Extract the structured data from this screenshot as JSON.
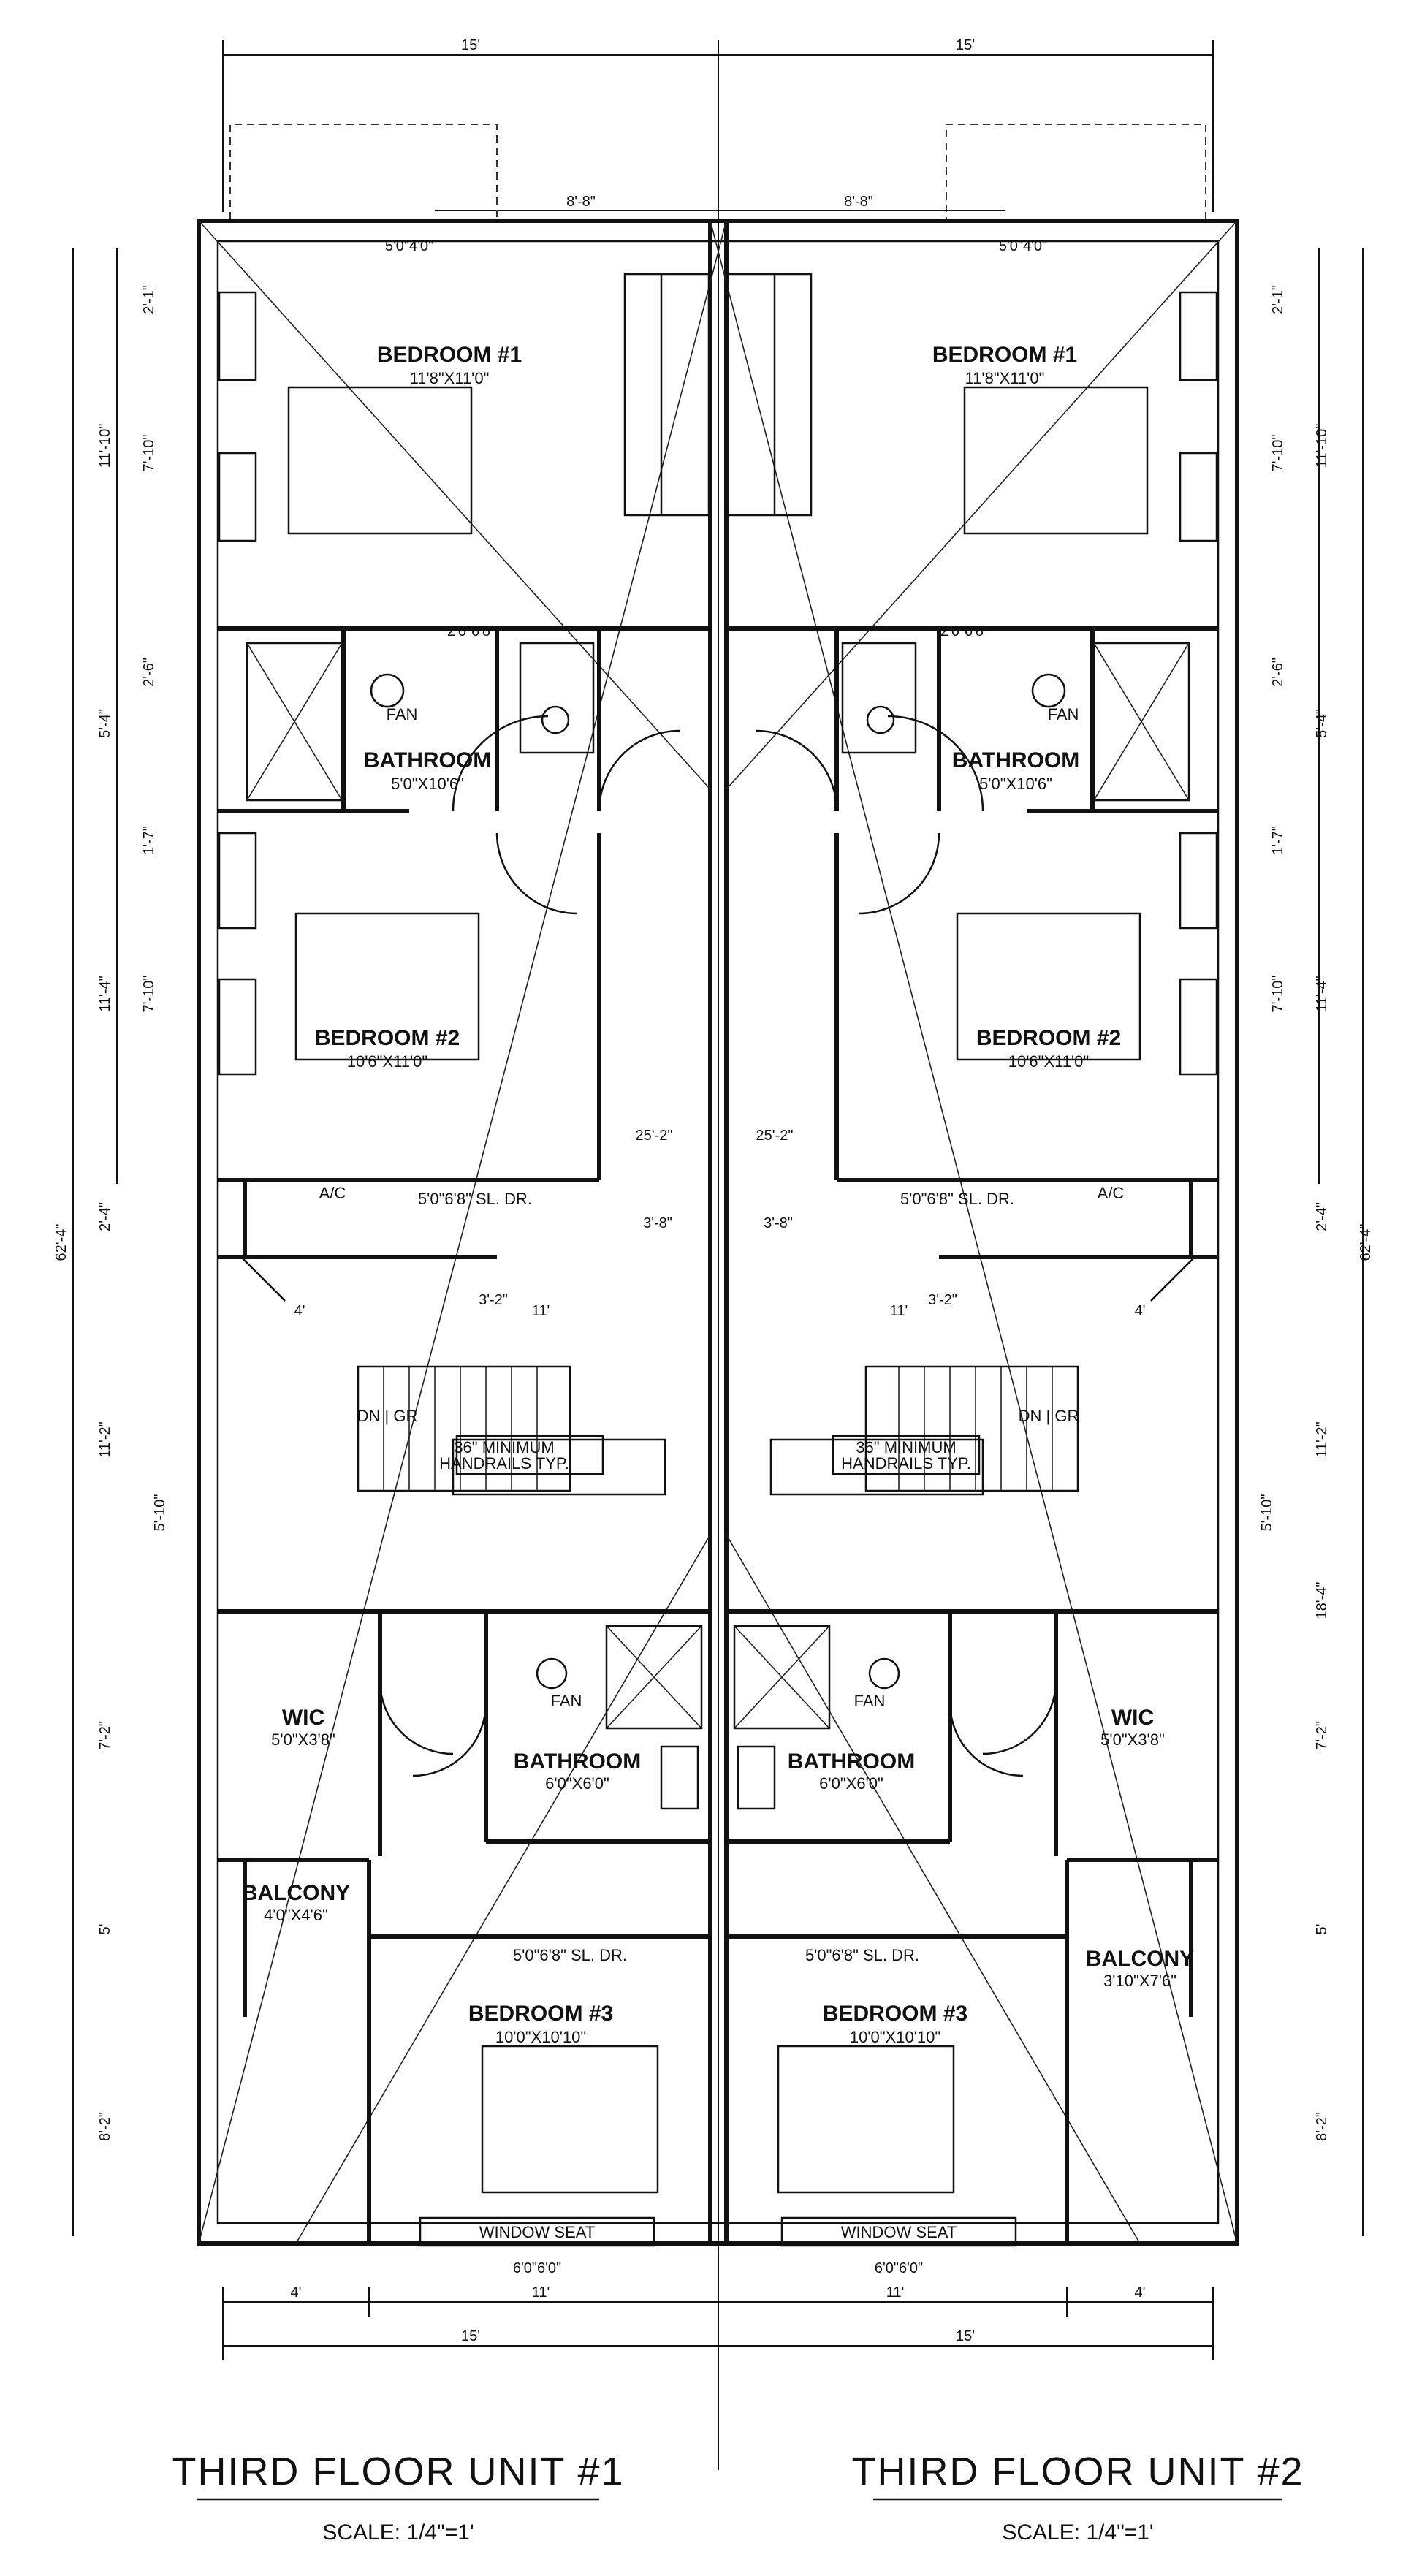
{
  "plan": {
    "top_dims": {
      "left_width": "15'",
      "right_width": "15'",
      "left_inner": "8'-8\"",
      "right_inner": "8'-8\""
    },
    "bottom_dims": {
      "left_a": "4'",
      "left_b": "11'",
      "right_a": "11'",
      "right_b": "4'",
      "left_total": "15'",
      "right_total": "15'"
    },
    "units": [
      {
        "title": "THIRD FLOOR UNIT #1",
        "scale": "SCALE: 1/4\"=1'",
        "bedroom1": {
          "name": "BEDROOM #1",
          "size": "11'8\"X11'0\""
        },
        "bedroom2": {
          "name": "BEDROOM #2",
          "size": "10'6\"X11'0\""
        },
        "bedroom3": {
          "name": "BEDROOM #3",
          "size": "10'0\"X10'10\""
        },
        "bath1": {
          "name": "BATHROOM",
          "size": "5'0\"X10'6\""
        },
        "bath2": {
          "name": "BATHROOM",
          "size": "6'0\"X6'0\""
        },
        "wic": {
          "name": "WIC",
          "size": "5'0\"X3'8\""
        },
        "balcony": {
          "name": "BALCONY",
          "size": "4'0\"X4'6\""
        },
        "ac": "A/C",
        "stair_note": [
          "36\" MINIMUM",
          "HANDRAILS TYP."
        ],
        "stair_dir": "DN | GR",
        "window_seat": "WINDOW SEAT",
        "fan": "FAN",
        "door_top": "5'0\"4'0\"",
        "door_bottom": "6'0\"6'0\"",
        "sl_dr_top": "5'0\"6'8\" SL. DR.",
        "sl_dr_mid": "5'0\"6'8\" SL. DR.",
        "sl_dr_bot": "5'0\"6'8\" SL. DR.",
        "door_small": "2'6\"6'8\"",
        "hall_len": "25'-2\"",
        "hall_w": "3'-8\"",
        "span_11": "11'",
        "span_4": "4'",
        "span_3_2": "3'-2\"",
        "side_dims": [
          "2'-1\"",
          "7'-10\"",
          "11'-10\"",
          "2'-6\"",
          "5'-4\"",
          "1'-7\"",
          "7'-10\"",
          "11'-4\"",
          "2'-4\"",
          "5'-10\"",
          "11'-2\"",
          "7'-2\"",
          "5'",
          "8'-2\"",
          "62'-4\""
        ]
      },
      {
        "title": "THIRD FLOOR UNIT #2",
        "scale": "SCALE: 1/4\"=1'",
        "bedroom1": {
          "name": "BEDROOM #1",
          "size": "11'8\"X11'0\""
        },
        "bedroom2": {
          "name": "BEDROOM #2",
          "size": "10'6\"X11'0\""
        },
        "bedroom3": {
          "name": "BEDROOM #3",
          "size": "10'0\"X10'10\""
        },
        "bath1": {
          "name": "BATHROOM",
          "size": "5'0\"X10'6\""
        },
        "bath2": {
          "name": "BATHROOM",
          "size": "6'0\"X6'0\""
        },
        "wic": {
          "name": "WIC",
          "size": "5'0\"X3'8\""
        },
        "balcony": {
          "name": "BALCONY",
          "size": "3'10\"X7'6\""
        },
        "ac": "A/C",
        "stair_note": [
          "36\" MINIMUM",
          "HANDRAILS TYP."
        ],
        "stair_dir": "DN | GR",
        "window_seat": "WINDOW SEAT",
        "fan": "FAN",
        "door_top": "5'0\"4'0\"",
        "door_bottom": "6'0\"6'0\"",
        "sl_dr_top": "5'0\"6'8\" SL. DR.",
        "sl_dr_mid": "5'0\"6'8\" SL. DR.",
        "sl_dr_bot": "5'0\"6'8\" SL. DR.",
        "door_small": "2'6\"6'8\"",
        "hall_len": "25'-2\"",
        "hall_w": "3'-8\"",
        "span_11": "11'",
        "span_4": "4'",
        "span_3_2": "3'-2\"",
        "side_dims": [
          "2'-1\"",
          "7'-10\"",
          "11'-10\"",
          "2'-6\"",
          "5'-4\"",
          "1'-7\"",
          "7'-10\"",
          "11'-4\"",
          "2'-4\"",
          "5'-10\"",
          "11'-2\"",
          "7'-2\"",
          "5'",
          "8'-2\"",
          "62'-4\"",
          "18'-4\""
        ]
      }
    ]
  }
}
